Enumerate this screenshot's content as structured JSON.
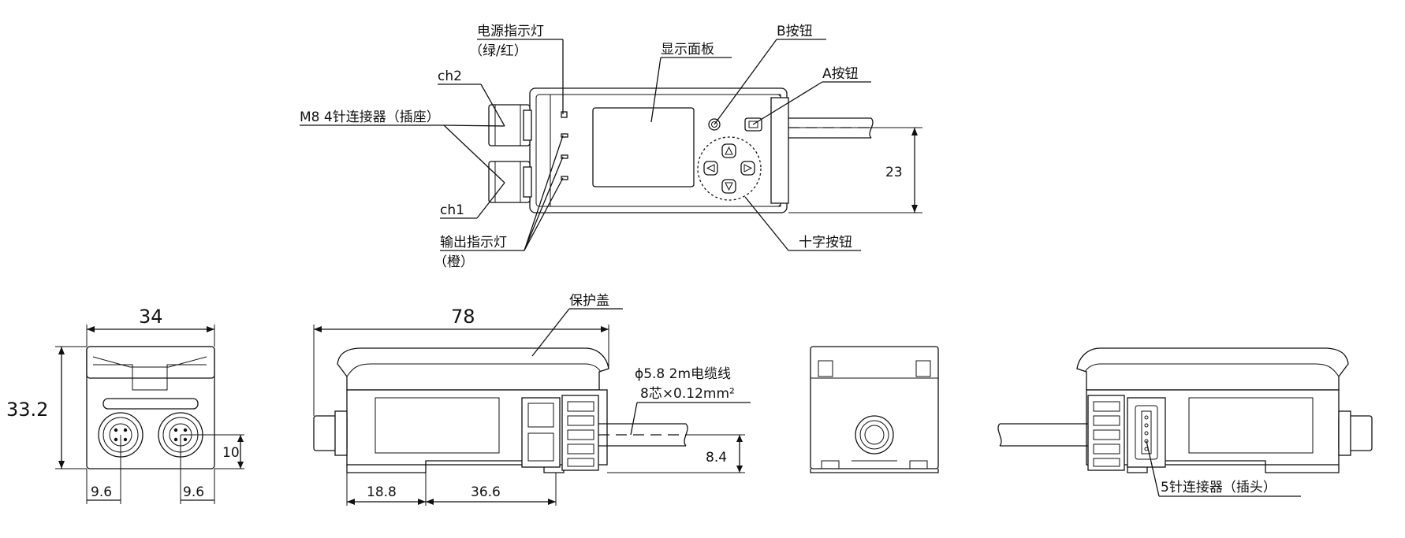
{
  "labels": {
    "power_led": "电源指示灯",
    "power_led_color": "（绿/红）",
    "display_panel": "显示面板",
    "b_button": "B按钮",
    "a_button": "A按钮",
    "ch2": "ch2",
    "m8_connector": "M8 4针连接器（插座）",
    "ch1": "ch1",
    "output_led": "输出指示灯",
    "output_led_color": "（橙）",
    "cross_button": "十字按钮",
    "protective_cover": "保护盖",
    "cable": "ϕ5.8 2m电缆线",
    "cable_cores": "8芯×0.12mm²",
    "five_pin_connector": "5针连接器（插头）"
  },
  "dimensions": {
    "top_height": "23",
    "end_width": "34",
    "end_height": "33.2",
    "end_pitch_left": "9.6",
    "end_pitch_right": "9.6",
    "end_connector_height": "10",
    "side_length": "78",
    "side_offset": "18.8",
    "side_pitch": "36.6",
    "side_cable_height": "8.4"
  }
}
